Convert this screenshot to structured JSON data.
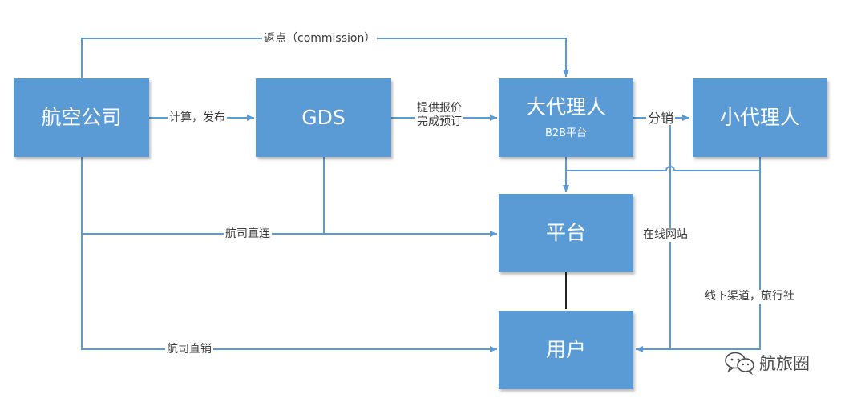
{
  "nodes": {
    "airline": {
      "label": "航空公司"
    },
    "gds": {
      "label": "GDS"
    },
    "big_agent": {
      "label": "大代理人",
      "sub": "B2B平台"
    },
    "small_agent": {
      "label": "小代理人"
    },
    "platform": {
      "label": "平台"
    },
    "user": {
      "label": "用户"
    }
  },
  "edge_labels": {
    "commission": "返点（commission）",
    "calc_publish": "计算，发布",
    "quote_line1": "提供报价",
    "quote_line2": "完成预订",
    "distribution": "分销",
    "direct_connect": "航司直连",
    "online_site": "在线网站",
    "direct_sales": "航司直销",
    "offline_channel": "线下渠道，旅行社"
  },
  "watermark": {
    "text": "航旅圈"
  },
  "colors": {
    "node_fill": "#5b9bd5",
    "connector": "#5b9bd5",
    "platform_user_link": "#222222"
  }
}
